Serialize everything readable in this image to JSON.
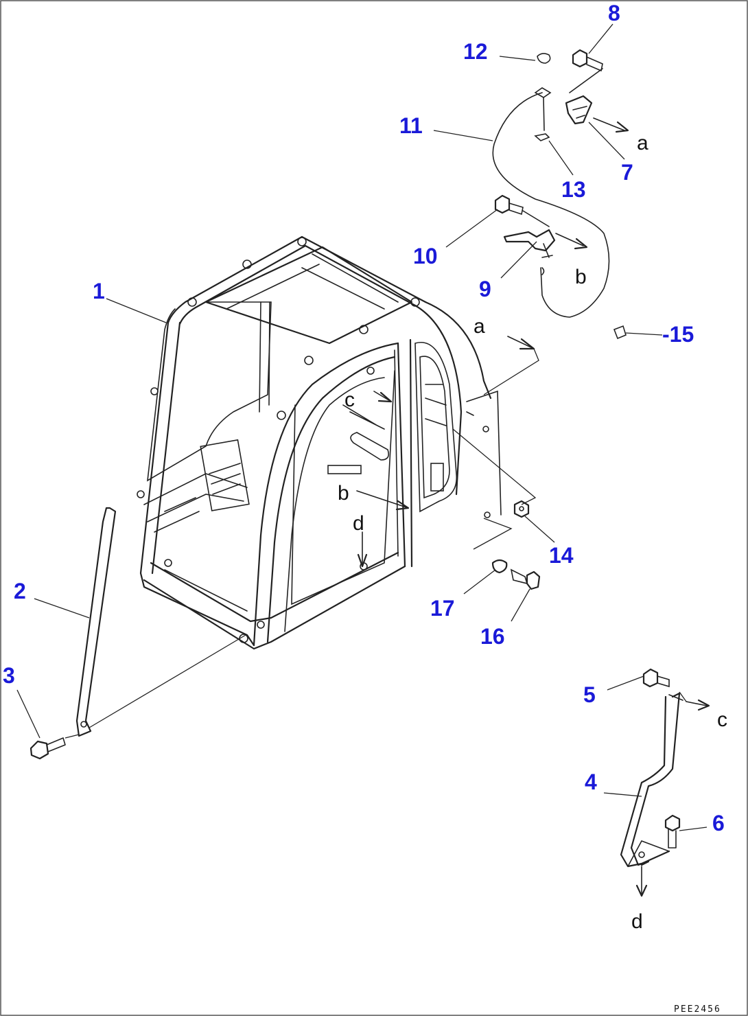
{
  "diagram": {
    "callouts": {
      "p1": "1",
      "p2": "2",
      "p3": "3",
      "p4": "4",
      "p5": "5",
      "p6": "6",
      "p7": "7",
      "p8": "8",
      "p9": "9",
      "p10": "10",
      "p11": "11",
      "p12": "12",
      "p13": "13",
      "p14": "14",
      "p15": "-15",
      "p16": "16",
      "p17": "17"
    },
    "refs": {
      "a_top": "a",
      "a_mid": "a",
      "b_top": "b",
      "b_mid": "b",
      "c_mid": "c",
      "c_right": "c",
      "d_mid": "d",
      "d_bottom": "d"
    },
    "drawing_code": "PEE2456"
  }
}
